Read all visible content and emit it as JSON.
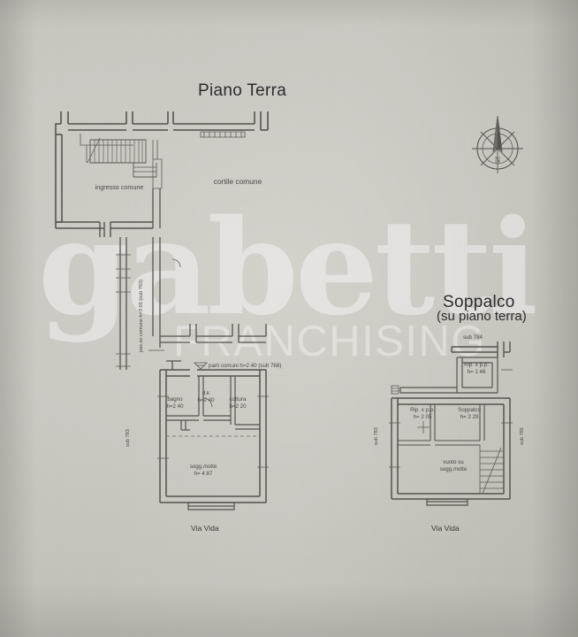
{
  "document": {
    "type": "architectural-floor-plan",
    "watermark": {
      "brand": "gabetti",
      "tagline": "FRANCHISING"
    }
  },
  "plan_left": {
    "title": "Piano Terra",
    "street_label": "Via Vida",
    "sub_label_left": "sub 783",
    "rooms": [
      {
        "name": "ingresso comune",
        "height": ""
      },
      {
        "name": "cortile comune",
        "height": ""
      },
      {
        "name": "bagno",
        "height": "h=2 40"
      },
      {
        "name": "d.k",
        "height": "h=2 40"
      },
      {
        "name": "cottura",
        "height": "h=2 20"
      },
      {
        "name": "sogg./notte",
        "height": "h= 4 87"
      }
    ],
    "annotations": [
      {
        "text": "pas.so comune h=3 05 (sub 763)",
        "orientation": "vertical"
      },
      {
        "text": "parti comuni h=2 40   (sub 768)",
        "orientation": "horizontal"
      }
    ]
  },
  "plan_right": {
    "title": "Soppalco",
    "subtitle": "(su piano terra)",
    "street_label": "Via Vida",
    "sub_label_top": "sub 784",
    "sub_label_left": "sub 783",
    "sub_label_right": "sub 785",
    "rooms": [
      {
        "name": "Rip. x p.p.",
        "height": "h= 1 46"
      },
      {
        "name": "Rip. x p.p.",
        "height": "h= 2 05"
      },
      {
        "name": "Soppalco",
        "height": "h= 2 29"
      },
      {
        "name": "vuoto su",
        "height": "sogg./notte"
      }
    ]
  },
  "compass": {
    "icon": "compass-rose-north-icon",
    "label": "N"
  },
  "colors": {
    "paper": "#c9c6c0",
    "ink": "#55514d",
    "title_ink": "#2a2a2a",
    "watermark": "#ffffff"
  }
}
